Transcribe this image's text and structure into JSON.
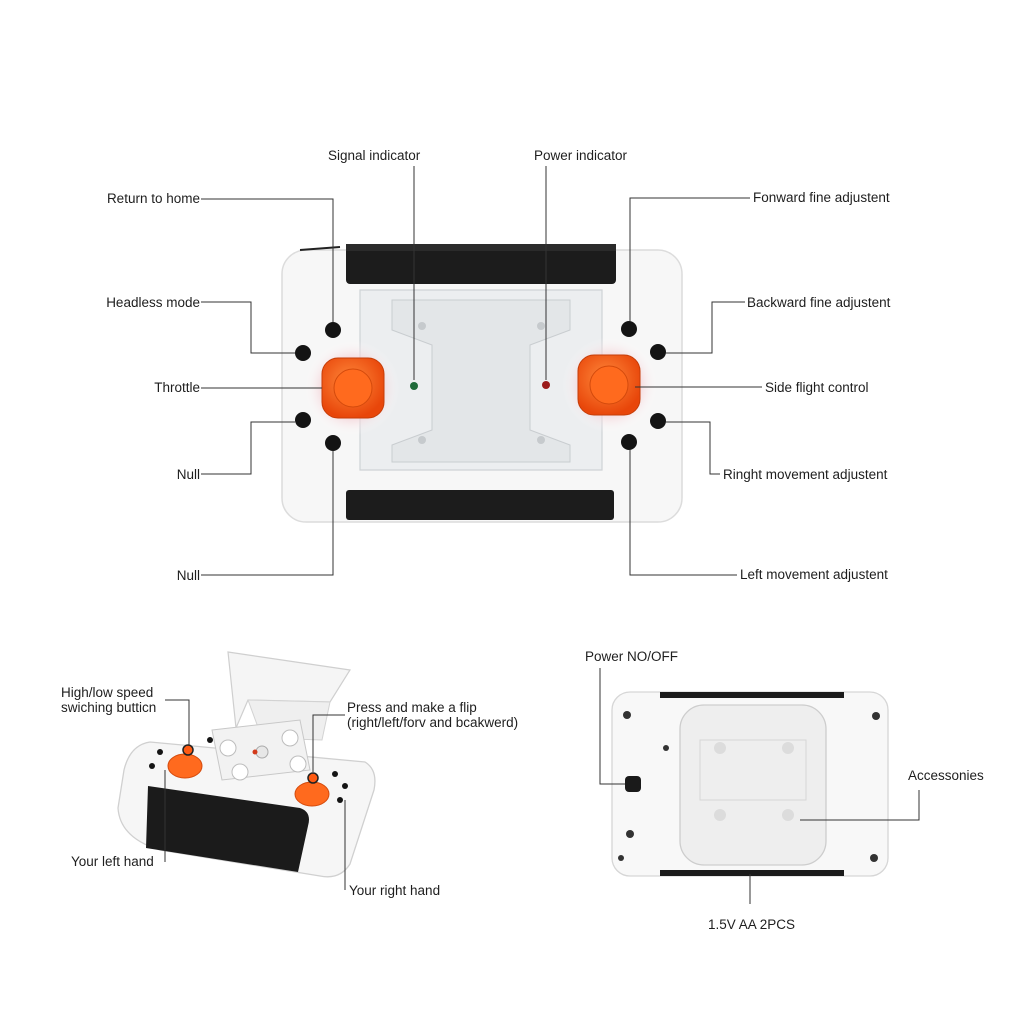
{
  "colors": {
    "body": "#f7f7f7",
    "outline": "#d9d9d9",
    "grip": "#1c1c1c",
    "stick": "#ff5a12",
    "stick_dark": "#e8460a",
    "button": "#141414",
    "signal_led": "#1f6b3a",
    "power_led": "#9b1b1b",
    "line": "#333333"
  },
  "top_labels": {
    "signal_indicator": "Signal indicator",
    "power_indicator": "Power indicator",
    "return_to_home": "Return to home",
    "headless_mode": "Headless mode",
    "throttle": "Throttle",
    "null_upper": "Null",
    "null_lower": "Null",
    "forward_fine": "Fonward fine adjustent",
    "backward_fine": "Backward fine adjustent",
    "side_flight": "Side flight control",
    "right_movement": "Ringht movement adjustent",
    "left_movement": "Left movement adjustent"
  },
  "bottom_left_labels": {
    "speed_switch_line1": "High/low speed",
    "speed_switch_line2": "swiching butticn",
    "flip_line1": "Press and make a flip",
    "flip_line2": "(right/left/forv and bcakwerd)",
    "left_hand": "Your left hand",
    "right_hand": "Your right hand"
  },
  "bottom_right_labels": {
    "power_switch": "Power NO/OFF",
    "accessories": "Accessonies",
    "battery": "1.5V AA 2PCS"
  }
}
